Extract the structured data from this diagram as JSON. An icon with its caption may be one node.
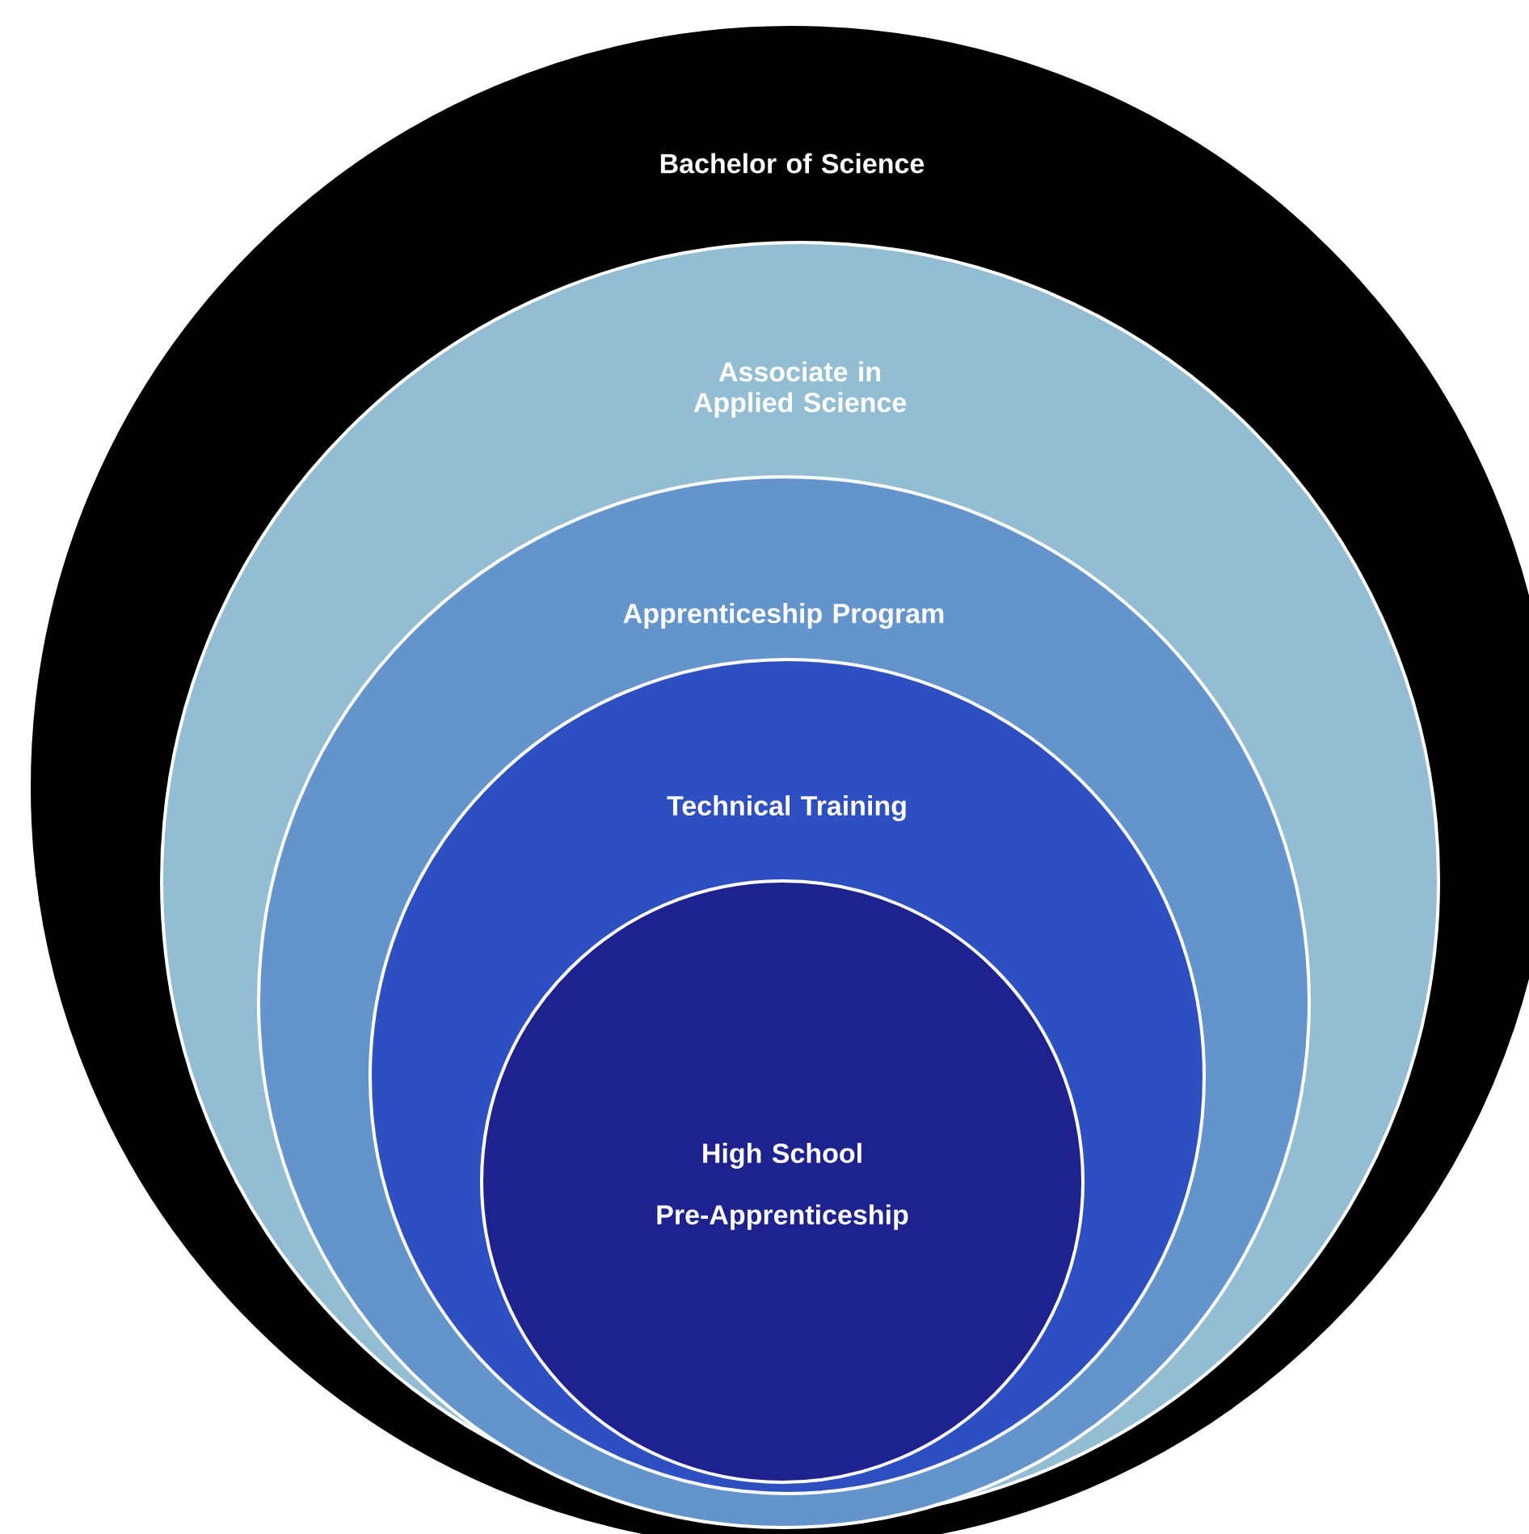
{
  "diagram": {
    "nodes": [
      {
        "text": [
          "Bachelor of Science"
        ]
      },
      {
        "text": [
          "Associate in Applied Science"
        ],
        "in": 0
      },
      {
        "text": [
          "Apprenticeship Program"
        ],
        "in": 1
      },
      {
        "text": [
          "Technical Training"
        ],
        "in": 2
      },
      {
        "text": [
          "High School",
          "Pre-Apprenticeship"
        ],
        "in": 3
      }
    ]
  }
}
